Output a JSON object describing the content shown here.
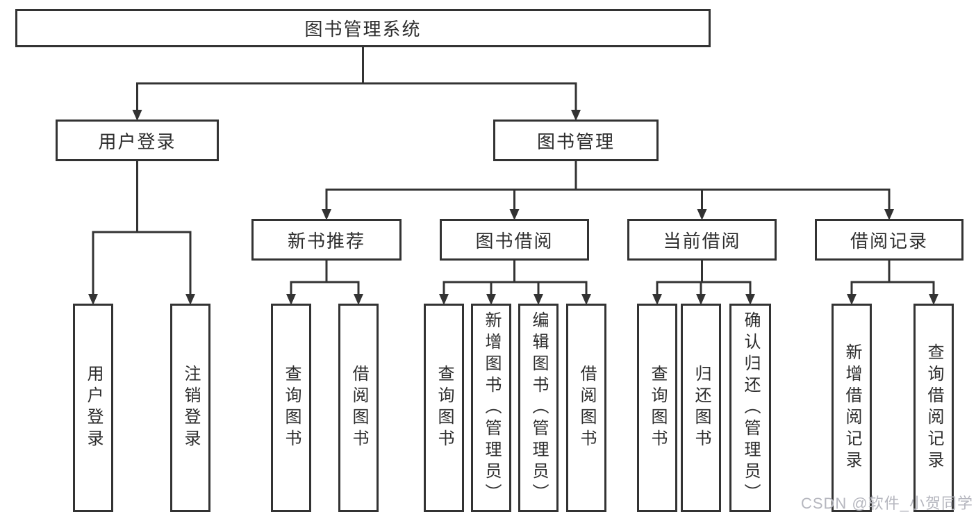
{
  "watermark": "CSDN @软件_小贺同学",
  "colors": {
    "line": "#333333",
    "border": "#333333",
    "text": "#2d2d2d",
    "watermark": "#b6b7bf"
  },
  "nodes": {
    "root": {
      "label": "图书管理系统"
    },
    "user_login": {
      "label": "用户登录"
    },
    "book_mgmt": {
      "label": "图书管理"
    },
    "new_book_rec": {
      "label": "新书推荐"
    },
    "book_borrow": {
      "label": "图书借阅"
    },
    "current_borrow": {
      "label": "当前借阅"
    },
    "borrow_records": {
      "label": "借阅记录"
    },
    "leaf_user_login": {
      "label": "用户登录"
    },
    "leaf_logout": {
      "label": "注销登录"
    },
    "leaf_nbr_query": {
      "label": "查询图书"
    },
    "leaf_nbr_borrow": {
      "label": "借阅图书"
    },
    "leaf_bb_query": {
      "label": "查询图书"
    },
    "leaf_bb_add": {
      "label": "新增图书（管理员）"
    },
    "leaf_bb_edit": {
      "label": "编辑图书（管理员）"
    },
    "leaf_bb_borrow": {
      "label": "借阅图书"
    },
    "leaf_cb_query": {
      "label": "查询图书"
    },
    "leaf_cb_return": {
      "label": "归还图书"
    },
    "leaf_cb_confirm": {
      "label": "确认归还（管理员）"
    },
    "leaf_br_add": {
      "label": "新增借阅记录"
    },
    "leaf_br_query": {
      "label": "查询借阅记录"
    }
  },
  "edges": [
    {
      "from": "root",
      "to": [
        "user_login",
        "book_mgmt"
      ]
    },
    {
      "from": "user_login",
      "to": [
        "leaf_user_login",
        "leaf_logout"
      ]
    },
    {
      "from": "book_mgmt",
      "to": [
        "new_book_rec",
        "book_borrow",
        "current_borrow",
        "borrow_records"
      ]
    },
    {
      "from": "new_book_rec",
      "to": [
        "leaf_nbr_query",
        "leaf_nbr_borrow"
      ]
    },
    {
      "from": "book_borrow",
      "to": [
        "leaf_bb_query",
        "leaf_bb_add",
        "leaf_bb_edit",
        "leaf_bb_borrow"
      ]
    },
    {
      "from": "current_borrow",
      "to": [
        "leaf_cb_query",
        "leaf_cb_return",
        "leaf_cb_confirm"
      ]
    },
    {
      "from": "borrow_records",
      "to": [
        "leaf_br_add",
        "leaf_br_query"
      ]
    }
  ]
}
